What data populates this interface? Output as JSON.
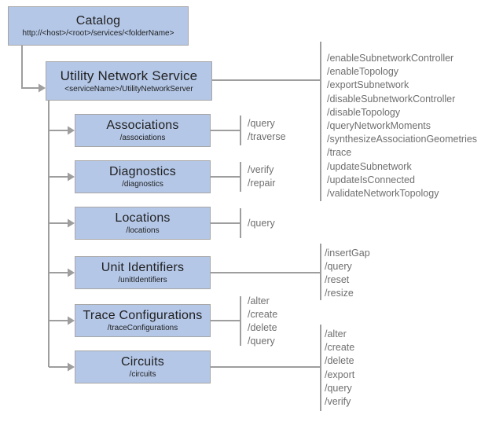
{
  "colors": {
    "box_fill": "#b4c7e7",
    "box_border": "#a6a6a6",
    "connector": "#9e9e9e",
    "operation_text": "#6f6f6f",
    "title_text": "#212121"
  },
  "nodes": {
    "catalog": {
      "title": "Catalog",
      "subtitle": "http://<host>/<root>/services/<folderName>"
    },
    "uns": {
      "title": "Utility Network Service",
      "subtitle": "<serviceName>/UtilityNetworkServer"
    },
    "associations": {
      "title": "Associations",
      "subtitle": "/associations"
    },
    "diagnostics": {
      "title": "Diagnostics",
      "subtitle": "/diagnostics"
    },
    "locations": {
      "title": "Locations",
      "subtitle": "/locations"
    },
    "unit": {
      "title": "Unit Identifiers",
      "subtitle": "/unitIdentifiers"
    },
    "trace": {
      "title": "Trace Configurations",
      "subtitle": "/traceConfigurations"
    },
    "circuits": {
      "title": "Circuits",
      "subtitle": "/circuits"
    }
  },
  "operations": {
    "uns": [
      "/enableSubnetworkController",
      "/enableTopology",
      "/exportSubnetwork",
      "/disableSubnetworkController",
      "/disableTopology",
      "/queryNetworkMoments",
      "/synthesizeAssociationGeometries",
      "/trace",
      "/updateSubnetwork",
      "/updateIsConnected",
      "/validateNetworkTopology"
    ],
    "associations": [
      "/query",
      "/traverse"
    ],
    "diagnostics": [
      "/verify",
      "/repair"
    ],
    "locations": [
      "/query"
    ],
    "unit": [
      "/insertGap",
      "/query",
      "/reset",
      "/resize"
    ],
    "trace": [
      "/alter",
      "/create",
      "/delete",
      "/query"
    ],
    "circuits": [
      "/alter",
      "/create",
      "/delete",
      "/export",
      "/query",
      "/verify"
    ]
  }
}
